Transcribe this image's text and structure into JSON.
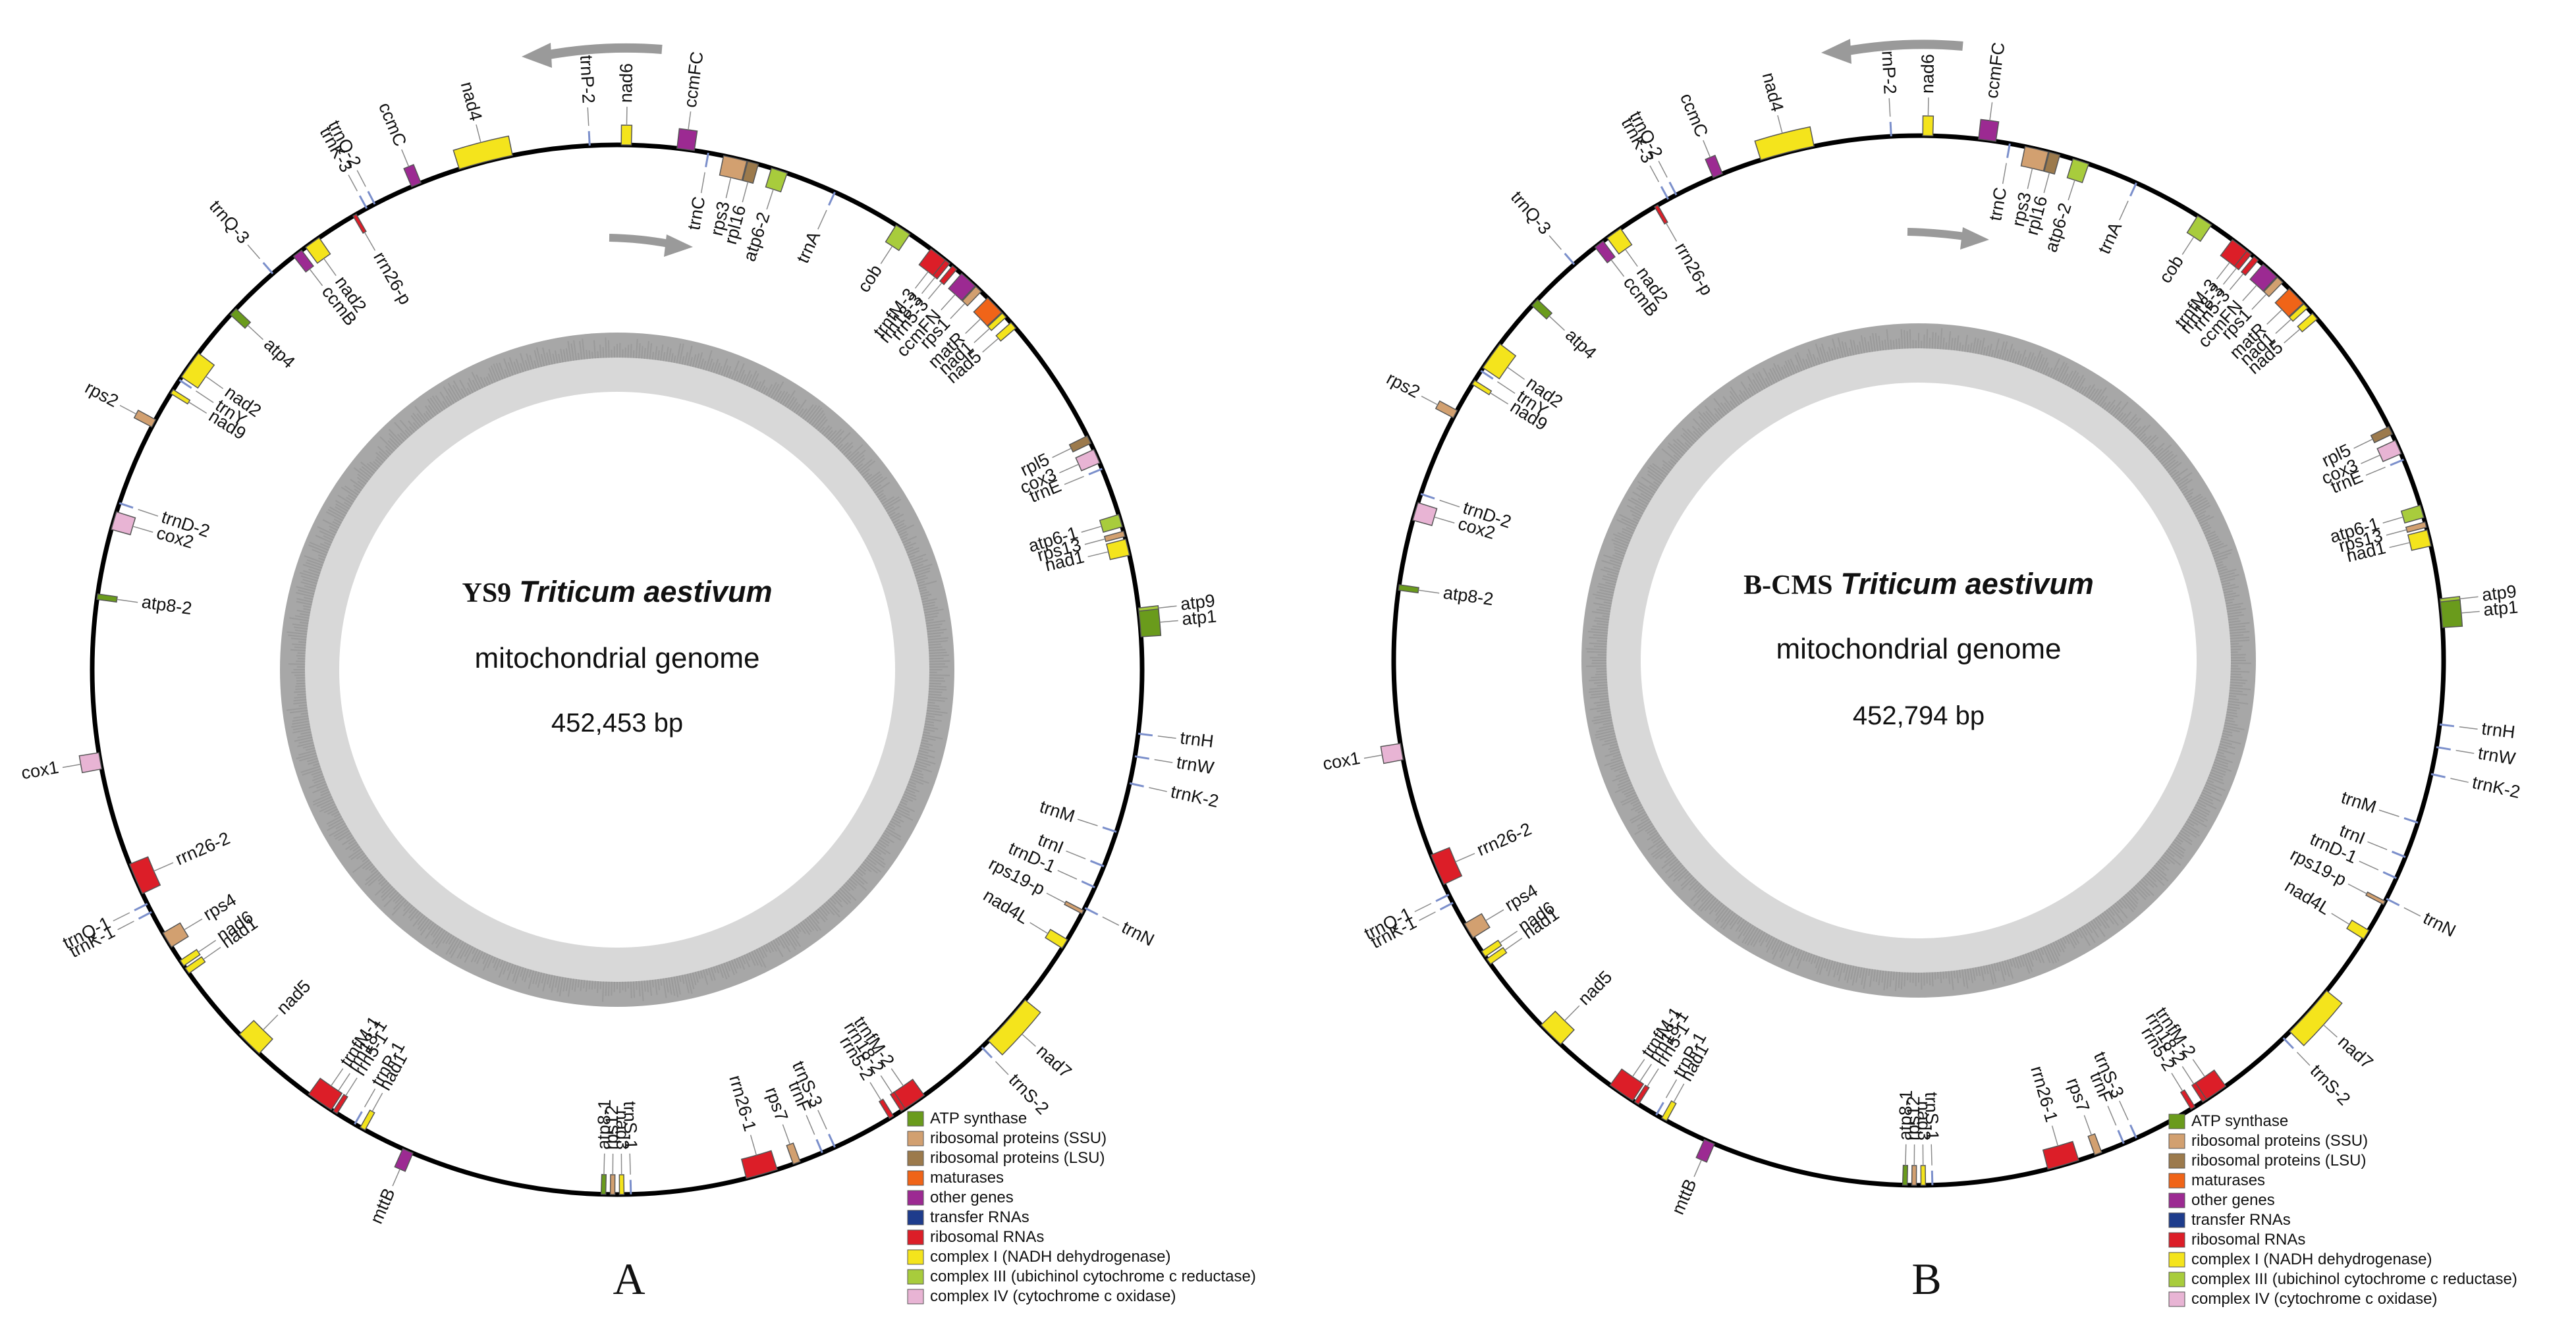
{
  "colors": {
    "atp": "#6a9b1c",
    "ssu": "#d2a070",
    "lsu": "#9c7a4c",
    "mat": "#f06418",
    "other": "#9c2a92",
    "trna": "#1e3c8c",
    "rrna": "#dc1e28",
    "c1": "#f4e41c",
    "c3": "#a8cc3c",
    "c4": "#e8b4d4",
    "trna_line": "#7b8fcb"
  },
  "panels": [
    {
      "key": "A",
      "strain": "YS9",
      "species": "Triticum aestivum",
      "subtitle": "mitochondrial genome",
      "length": "452,453 bp",
      "letter": "A"
    },
    {
      "key": "B",
      "strain": "B-CMS",
      "species": "Triticum aestivum",
      "subtitle": "mitochondrial genome",
      "length": "452,794 bp",
      "letter": "B"
    }
  ],
  "legend": [
    {
      "label": "ATP synthase",
      "color": "#6a9b1c"
    },
    {
      "label": "ribosomal proteins (SSU)",
      "color": "#d2a070"
    },
    {
      "label": "ribosomal proteins (LSU)",
      "color": "#9c7a4c"
    },
    {
      "label": "maturases",
      "color": "#f06418"
    },
    {
      "label": "other genes",
      "color": "#9c2a92"
    },
    {
      "label": "transfer RNAs",
      "color": "#1e3c8c"
    },
    {
      "label": "ribosomal RNAs",
      "color": "#dc1e28"
    },
    {
      "label": "complex I (NADH dehydrogenase)",
      "color": "#f4e41c"
    },
    {
      "label": "complex III (ubichinol cytochrome c reductase)",
      "color": "#a8cc3c"
    },
    {
      "label": "complex IV (cytochrome c oxidase)",
      "color": "#e8b4d4"
    }
  ],
  "genes": [
    {
      "name": "nad6",
      "cat": "c1",
      "pos": 1.0,
      "span": 1.1,
      "out": true
    },
    {
      "name": "ccmFC",
      "cat": "other",
      "pos": 7.5,
      "span": 1.9,
      "out": true
    },
    {
      "name": "trnC",
      "cat": "trna",
      "pos": 10.0,
      "span": 0.3,
      "out": false
    },
    {
      "name": "rps3",
      "cat": "ssu",
      "pos": 13.0,
      "span": 2.6,
      "out": false
    },
    {
      "name": "rpl16",
      "cat": "lsu",
      "pos": 15.0,
      "span": 1.2,
      "out": false
    },
    {
      "name": "atp6-2",
      "cat": "c3",
      "pos": 18.0,
      "span": 1.8,
      "out": false
    },
    {
      "name": "trnA",
      "cat": "trna",
      "pos": 24.5,
      "span": 0.9,
      "out": false
    },
    {
      "name": "cob",
      "cat": "c3",
      "pos": 33.0,
      "span": 1.8,
      "out": false
    },
    {
      "name": "trnfM-3",
      "cat": "rrna",
      "pos": 38.0,
      "span": 2.6,
      "out": false
    },
    {
      "name": "rrn18-3",
      "cat": "rrna",
      "pos": 39.0,
      "span": 0.6,
      "out": false
    },
    {
      "name": "rrn5-3",
      "cat": "rrna",
      "pos": 40.0,
      "span": 0.6,
      "out": false
    },
    {
      "name": "ccmFN",
      "cat": "other",
      "pos": 42.0,
      "span": 2.0,
      "out": false
    },
    {
      "name": "rps1",
      "cat": "ssu",
      "pos": 43.5,
      "span": 0.8,
      "out": false
    },
    {
      "name": "matR",
      "cat": "mat",
      "pos": 46.0,
      "span": 2.2,
      "out": false
    },
    {
      "name": "nad1",
      "cat": "c1",
      "pos": 47.5,
      "span": 0.6,
      "out": false
    },
    {
      "name": "nad5",
      "cat": "c1",
      "pos": 49.0,
      "span": 0.8,
      "out": false
    },
    {
      "name": "rpl5",
      "cat": "lsu",
      "pos": 64.0,
      "span": 0.9,
      "out": false
    },
    {
      "name": "cox3",
      "cat": "c4",
      "pos": 66.0,
      "span": 1.6,
      "out": false
    },
    {
      "name": "trnE",
      "cat": "trna",
      "pos": 67.5,
      "span": 0.4,
      "out": false
    },
    {
      "name": "atp6-1",
      "cat": "c3",
      "pos": 73.5,
      "span": 1.4,
      "out": false
    },
    {
      "name": "rps13",
      "cat": "ssu",
      "pos": 75.0,
      "span": 0.6,
      "out": false
    },
    {
      "name": "nad1",
      "cat": "c1",
      "pos": 76.5,
      "span": 1.8,
      "out": false
    },
    {
      "name": "atp9",
      "cat": "c3",
      "pos": 83.5,
      "span": 0.5,
      "out": true
    },
    {
      "name": "atp1",
      "cat": "atp",
      "pos": 85.0,
      "span": 2.8,
      "out": true
    },
    {
      "name": "trnH",
      "cat": "trna",
      "pos": 97.0,
      "span": 0.3,
      "out": true
    },
    {
      "name": "trnW",
      "cat": "trna",
      "pos": 99.5,
      "span": 0.3,
      "out": true
    },
    {
      "name": "trnK-2",
      "cat": "trna",
      "pos": 102.5,
      "span": 0.3,
      "out": true
    },
    {
      "name": "trnM",
      "cat": "trna",
      "pos": 108.0,
      "span": 0.3,
      "out": false
    },
    {
      "name": "trnI",
      "cat": "trna",
      "pos": 112.0,
      "span": 0.3,
      "out": false
    },
    {
      "name": "trnD-1",
      "cat": "trna",
      "pos": 114.5,
      "span": 0.3,
      "out": false
    },
    {
      "name": "trnN",
      "cat": "trna",
      "pos": 117.0,
      "span": 0.3,
      "out": true
    },
    {
      "name": "rps19-p",
      "cat": "ssu",
      "pos": 117.5,
      "span": 0.4,
      "out": false
    },
    {
      "name": "nad4L",
      "cat": "c1",
      "pos": 121.5,
      "span": 1.1,
      "out": false
    },
    {
      "name": "nad7",
      "cat": "c1",
      "pos": 132.0,
      "span": 6.0,
      "out": true
    },
    {
      "name": "trnS-2",
      "cat": "trna",
      "pos": 136.0,
      "span": 0.4,
      "out": true
    },
    {
      "name": "trnfM-2",
      "cat": "rrna",
      "pos": 145.5,
      "span": 2.6,
      "out": false
    },
    {
      "name": "rrn18-2",
      "cat": "rrna",
      "pos": 147.0,
      "span": 0.5,
      "out": false
    },
    {
      "name": "rrn5-2",
      "cat": "rrna",
      "pos": 148.5,
      "span": 0.5,
      "out": false
    },
    {
      "name": "trnS-3",
      "cat": "trna",
      "pos": 155.5,
      "span": 0.3,
      "out": false
    },
    {
      "name": "trnF",
      "cat": "trna",
      "pos": 157.0,
      "span": 0.3,
      "out": false
    },
    {
      "name": "rps7",
      "cat": "ssu",
      "pos": 160.0,
      "span": 0.8,
      "out": false
    },
    {
      "name": "rrn26-1",
      "cat": "rrna",
      "pos": 164.0,
      "span": 3.5,
      "out": false
    },
    {
      "name": "trnS-1",
      "cat": "trna",
      "pos": 178.5,
      "span": 0.4,
      "out": false
    },
    {
      "name": "nad3",
      "cat": "c1",
      "pos": 179.5,
      "span": 0.5,
      "out": false
    },
    {
      "name": "rps12",
      "cat": "ssu",
      "pos": 180.5,
      "span": 0.5,
      "out": false
    },
    {
      "name": "atp8-1",
      "cat": "atp",
      "pos": 181.5,
      "span": 0.5,
      "out": false
    },
    {
      "name": "mttB",
      "cat": "other",
      "pos": 203.5,
      "span": 1.2,
      "out": true
    },
    {
      "name": "nad1",
      "cat": "c1",
      "pos": 209.0,
      "span": 0.6,
      "out": false
    },
    {
      "name": "trnP-1",
      "cat": "trna",
      "pos": 210.0,
      "span": 0.3,
      "out": false
    },
    {
      "name": "rrn5-1",
      "cat": "rrna",
      "pos": 212.5,
      "span": 0.5,
      "out": false
    },
    {
      "name": "rrn18-1",
      "cat": "rrna",
      "pos": 213.5,
      "span": 0.5,
      "out": false
    },
    {
      "name": "trnfM-1",
      "cat": "rrna",
      "pos": 214.5,
      "span": 3.0,
      "out": false
    },
    {
      "name": "nad5",
      "cat": "c1",
      "pos": 224.5,
      "span": 3.0,
      "out": false
    },
    {
      "name": "nad1",
      "cat": "c1",
      "pos": 235.0,
      "span": 0.7,
      "out": false
    },
    {
      "name": "nad6",
      "cat": "c1",
      "pos": 236.0,
      "span": 0.7,
      "out": false
    },
    {
      "name": "rps4",
      "cat": "ssu",
      "pos": 239.0,
      "span": 1.8,
      "out": false
    },
    {
      "name": "trnK-1",
      "cat": "trna",
      "pos": 242.5,
      "span": 0.3,
      "out": true
    },
    {
      "name": "trnQ-1",
      "cat": "trna",
      "pos": 243.5,
      "span": 0.3,
      "out": true
    },
    {
      "name": "rrn26-2",
      "cat": "rrna",
      "pos": 246.5,
      "span": 3.5,
      "out": false
    },
    {
      "name": "cox1",
      "cat": "c4",
      "pos": 260.0,
      "span": 1.8,
      "out": true
    },
    {
      "name": "atp8-2",
      "cat": "atp",
      "pos": 278.0,
      "span": 0.6,
      "out": false
    },
    {
      "name": "cox2",
      "cat": "c4",
      "pos": 286.5,
      "span": 2.0,
      "out": false
    },
    {
      "name": "trnD-2",
      "cat": "trna",
      "pos": 288.5,
      "span": 0.3,
      "out": false
    },
    {
      "name": "rps2",
      "cat": "ssu",
      "pos": 298.0,
      "span": 0.9,
      "out": true
    },
    {
      "name": "nad9",
      "cat": "c1",
      "pos": 302.0,
      "span": 0.5,
      "out": false
    },
    {
      "name": "trnY",
      "cat": "trna",
      "pos": 303.5,
      "span": 0.3,
      "out": false
    },
    {
      "name": "nad2",
      "cat": "c1",
      "pos": 305.5,
      "span": 3.2,
      "out": false
    },
    {
      "name": "atp4",
      "cat": "atp",
      "pos": 313.0,
      "span": 0.9,
      "out": false
    },
    {
      "name": "trnQ-3",
      "cat": "trna",
      "pos": 319.0,
      "span": 0.3,
      "out": true
    },
    {
      "name": "ccmB",
      "cat": "other",
      "pos": 322.5,
      "span": 1.1,
      "out": false
    },
    {
      "name": "nad2",
      "cat": "c1",
      "pos": 324.5,
      "span": 1.8,
      "out": false
    },
    {
      "name": "rrn26-p",
      "cat": "rrna",
      "pos": 330.0,
      "span": 0.4,
      "out": false
    },
    {
      "name": "trnK-3",
      "cat": "trna",
      "pos": 331.5,
      "span": 0.3,
      "out": true
    },
    {
      "name": "trnQ-2",
      "cat": "trna",
      "pos": 332.5,
      "span": 0.3,
      "out": true
    },
    {
      "name": "ccmC",
      "cat": "other",
      "pos": 337.5,
      "span": 1.1,
      "out": true
    },
    {
      "name": "nad4",
      "cat": "c1",
      "pos": 345.5,
      "span": 6.0,
      "out": true
    },
    {
      "name": "trnP-2",
      "cat": "trna",
      "pos": 357.0,
      "span": 0.3,
      "out": true
    }
  ]
}
